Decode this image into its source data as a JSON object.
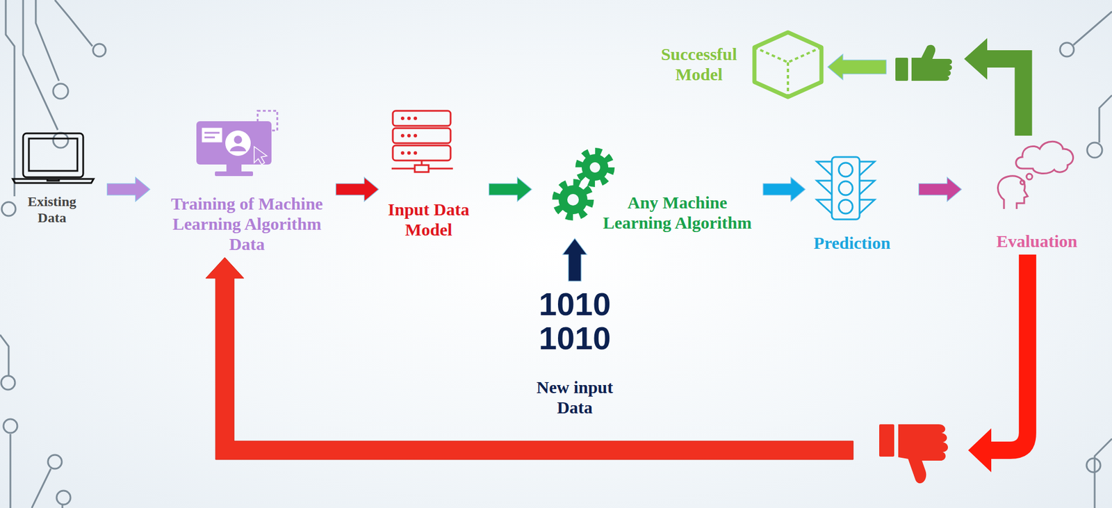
{
  "diagram": {
    "nodes": [
      {
        "text": [
          "Existing Data"
        ]
      },
      {
        "text": [
          "Training of Machine Learning Algorithm Data"
        ]
      },
      {
        "text": [
          "Input Data Model"
        ]
      },
      {
        "text": [
          "Any Machine Learning Algorithm"
        ]
      },
      {
        "text": [
          "1010 1010",
          "New input Data"
        ]
      },
      {
        "text": [
          "Prediction"
        ]
      },
      {
        "text": [
          "Evaluation"
        ]
      },
      {
        "text": [
          "Successful Model"
        ]
      }
    ],
    "edges": [
      {
        "from": 0,
        "to": 1,
        "arrow": "to"
      },
      {
        "from": 1,
        "to": 2,
        "arrow": "to"
      },
      {
        "from": 2,
        "to": 3,
        "arrow": "to"
      },
      {
        "from": 4,
        "to": 3,
        "arrow": "to"
      },
      {
        "from": 3,
        "to": 5,
        "arrow": "to"
      },
      {
        "from": 5,
        "to": 6,
        "arrow": "to"
      },
      {
        "from": 6,
        "to": 7,
        "arrow": "to"
      },
      {
        "from": 6,
        "to": 1,
        "arrow": "to"
      }
    ]
  }
}
